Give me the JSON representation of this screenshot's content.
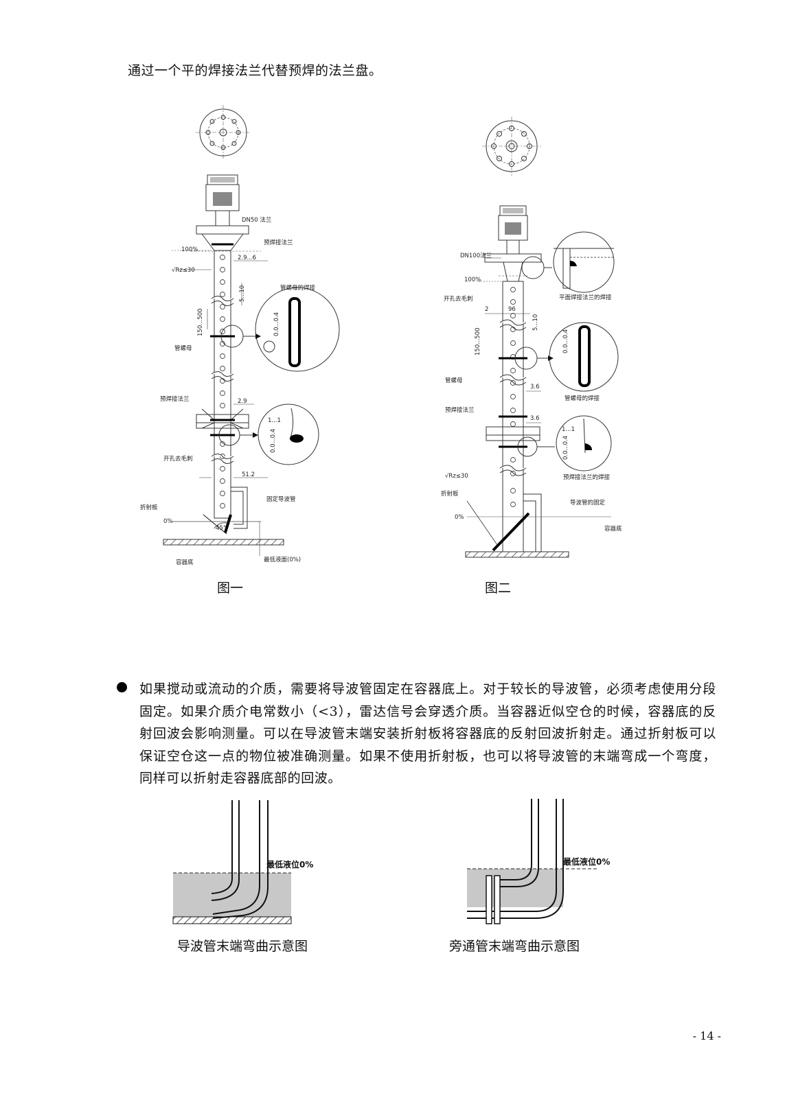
{
  "intro_text": "通过一个平的焊接法兰代替预焊的法兰盘。",
  "figure1": {
    "caption": "图一",
    "labels": {
      "dn50_flange": "DN50 法兰",
      "prewelded_flange_top": "预焊接法兰",
      "percent_100": "100%",
      "roughness": "√Rz≤30",
      "dim_2_9_6": "2.9...6",
      "dim_5_10": "5...10",
      "weld_nut_title": "管螺母的焊接",
      "dim_150_500": "150...500",
      "dim_0_04": "0.0...0.4",
      "pipe_nut": "管螺母",
      "prewelded_flange_mid": "预焊接法兰",
      "dim_2_9": "2.9",
      "dim_1_1": "1...1",
      "dim_0_04b": "0.0...0.4",
      "hole_deburr": "开孔去毛刺",
      "dim_51_2": "51.2",
      "fixed_wave_tube": "固定导波管",
      "deflector": "折射板",
      "percent_0": "0%",
      "angle_45": "45°",
      "vessel_bottom": "容器底",
      "min_level": "最低液面(0%)"
    }
  },
  "figure2": {
    "caption": "图二",
    "labels": {
      "dn100_flange": "DN100法兰",
      "percent_100": "100%",
      "hole_deburr": "开孔去毛刺",
      "flat_weld_flange": "平面焊接法兰的焊接",
      "dim_2": "2",
      "dim_96": "96",
      "dim_5_10": "5...10",
      "dim_150_500": "150...500",
      "dim_0_04": "0.0...0.4",
      "pipe_nut": "管螺母",
      "dim_3_6a": "3.6",
      "weld_nut_title": "管螺母的焊接",
      "prewelded_flange": "预焊接法兰",
      "dim_3_6b": "3.6",
      "dim_1_1": "1...1",
      "dim_0_04b": "0.0...0.4",
      "roughness": "√Rz≤30",
      "prewelded_flange_weld": "预焊接法兰的焊接",
      "deflector": "折射板",
      "wave_tube_fix": "导波管的固定",
      "percent_0": "0%",
      "vessel_bottom": "容器底"
    }
  },
  "bullet_paragraph": "如果搅动或流动的介质，需要将导波管固定在容器底上。对于较长的导波管，必须考虑使用分段固定。如果介质介电常数小（<3），雷达信号会穿透介质。当容器近似空仓的时候，容器底的反射回波会影响测量。可以在导波管末端安装折射板将容器底的反射回波折射走。通过折射板可以保证空仓这一点的物位被准确测量。如果不使用折射板，也可以将导波管的末端弯成一个弯度，同样可以折射走容器底部的回波。",
  "bend_figure_left": {
    "caption": "导波管末端弯曲示意图",
    "level_label": "最低液位0%"
  },
  "bend_figure_right": {
    "caption": "旁通管末端弯曲示意图",
    "level_label": "最低液位0%"
  },
  "page_number": "- 14 -"
}
